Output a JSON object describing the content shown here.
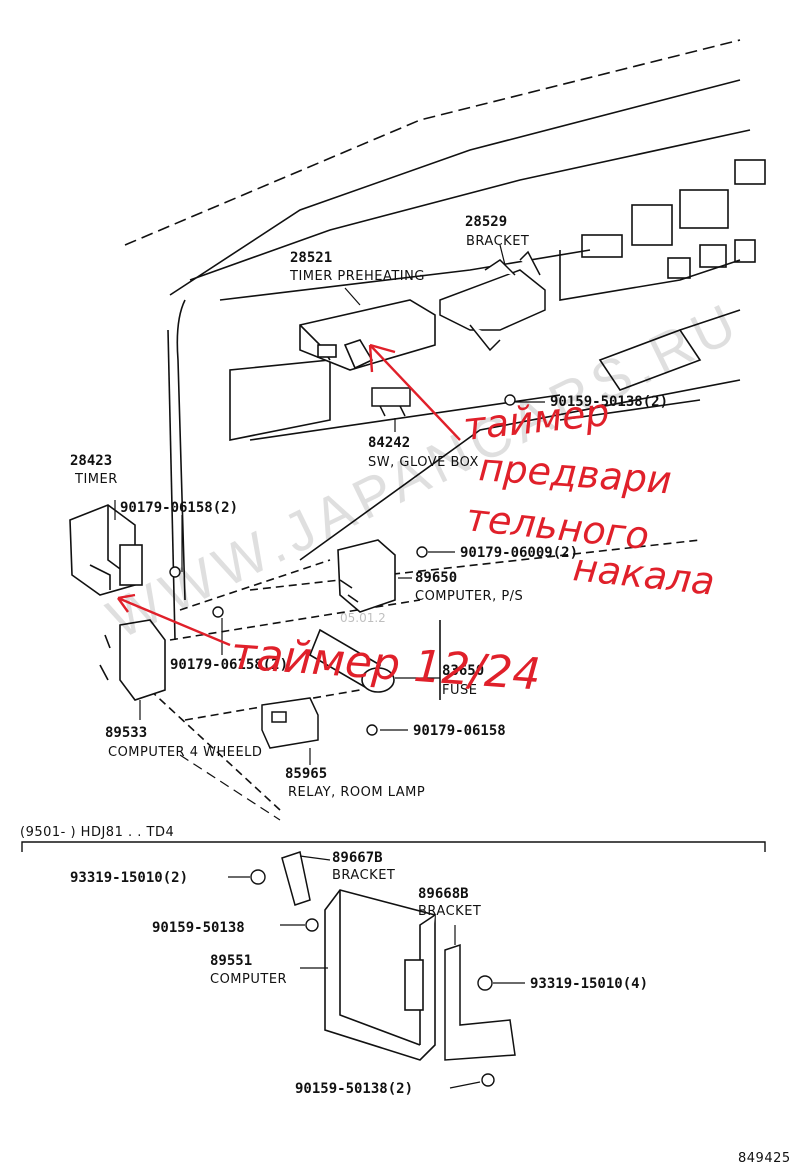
{
  "labels": {
    "p28529": "28529",
    "p28529_name": "BRACKET",
    "p28521": "28521",
    "p28521_name": "TIMER PREHEATING",
    "p90159_a": "90159-50138(2)",
    "p84242": "84242",
    "p84242_name": "SW, GLOVE BOX",
    "p28423": "28423",
    "p28423_name": "TIMER",
    "p90179_a": "90179-06158(2)",
    "p90179_b": "90179-06009(2)",
    "p89650": "89650",
    "p89650_name": "COMPUTER, P/S",
    "p90179_c": "90179-06158(2)",
    "p83650": "83650",
    "p83650_name": "FUSE",
    "p89533": "89533",
    "p89533_name": "COMPUTER 4 WHEELD",
    "p90179_d": "90179-06158",
    "p85965": "85965",
    "p85965_name": "RELAY, ROOM LAMP",
    "section": "(9501-      ) HDJ81 . . TD4",
    "p93319_a": "93319-15010(2)",
    "p89667": "89667B",
    "p89667_name": "BRACKET",
    "p90159_b": "90159-50138",
    "p89668": "89668B",
    "p89668_name": "BRACKET",
    "p89551": "89551",
    "p89551_name": "COMPUTER",
    "p93319_b": "93319-15010(4)",
    "p90159_c": "90159-50138(2)",
    "ref": "849425"
  },
  "handwritten": {
    "line1": "таймер",
    "line2": "предвари",
    "line3": "тельного",
    "line4": "накала",
    "line5": "таймер 12/24"
  },
  "watermark": {
    "text": "WWW.JAPANCARS.RU",
    "date": "05.01.2"
  },
  "colors": {
    "ink": "#111111",
    "annotation": "#e0202a"
  }
}
